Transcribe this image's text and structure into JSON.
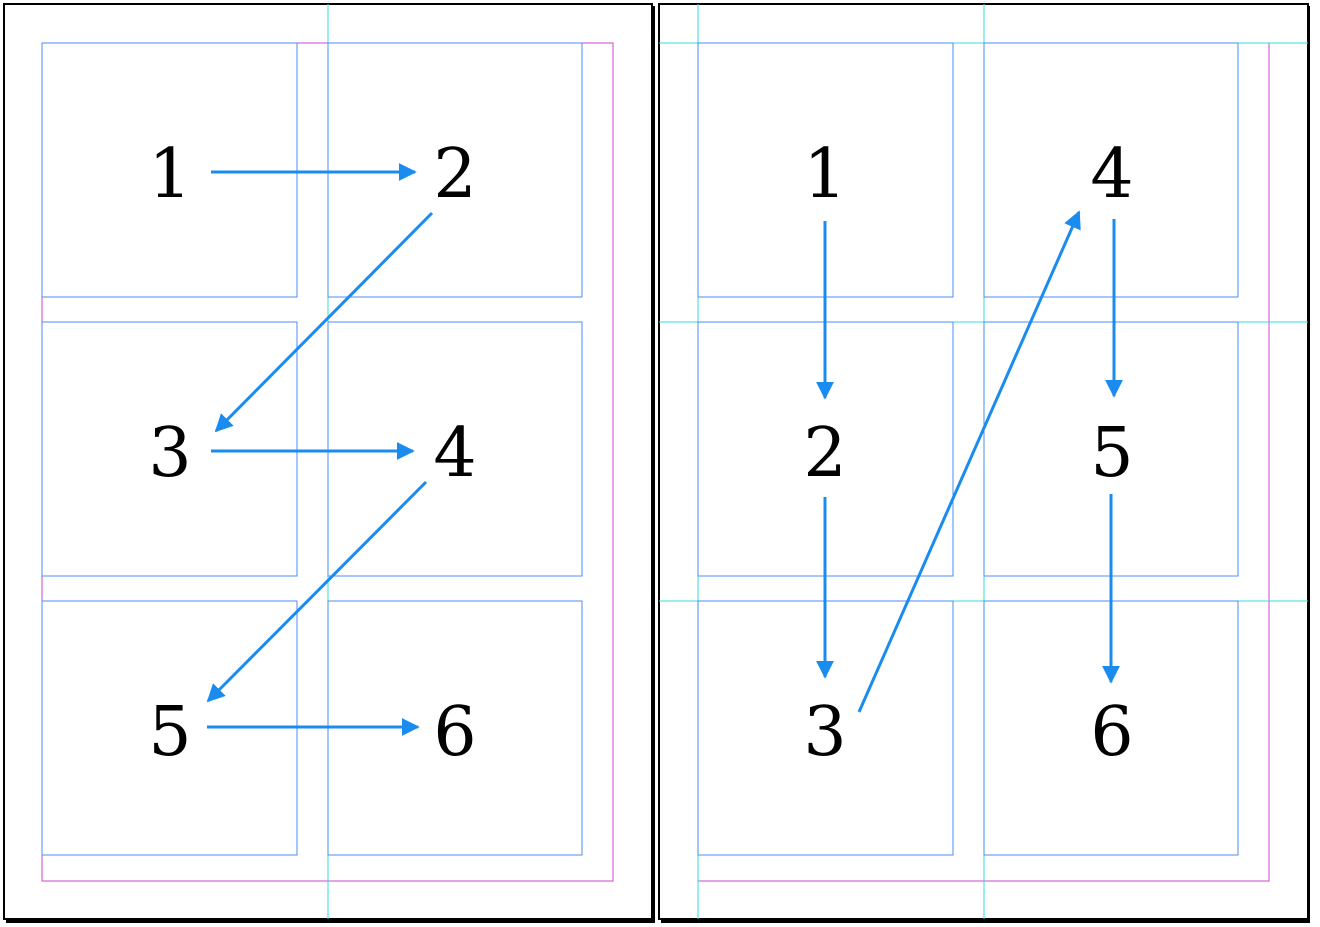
{
  "colors": {
    "arrow": "#1a8cf0",
    "guide": "#33dddd",
    "margin": "#cc44cc",
    "frame": "#4a8cf0",
    "border": "#000000"
  },
  "left_panel": {
    "labels": [
      "1",
      "2",
      "3",
      "4",
      "5",
      "6"
    ]
  },
  "right_panel": {
    "labels": [
      "1",
      "2",
      "3",
      "4",
      "5",
      "6"
    ]
  }
}
